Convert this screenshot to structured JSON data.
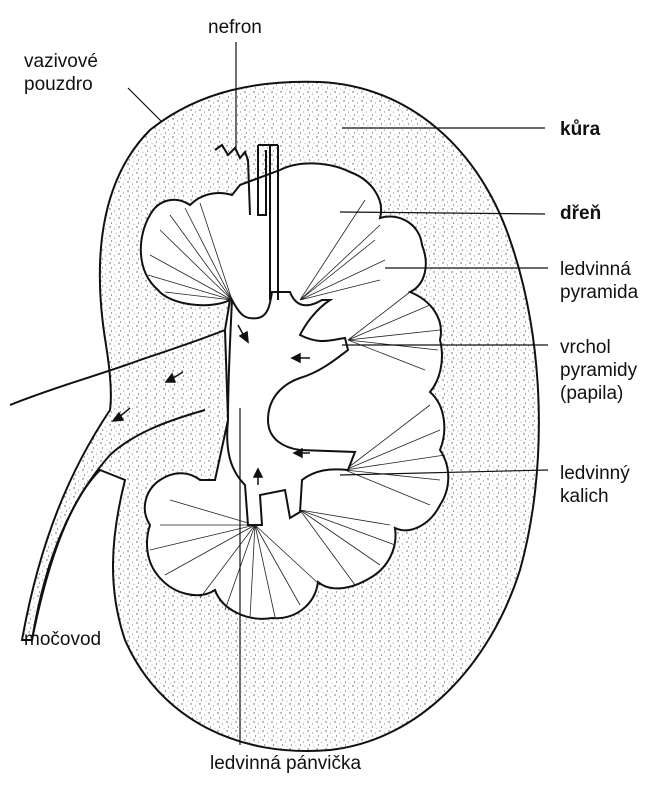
{
  "labels": {
    "nefron": "nefron",
    "vazivove_pouzdro": [
      "vazivové",
      "pouzdro"
    ],
    "kura": "kůra",
    "dren": "dřeň",
    "ledvinna_pyramida": [
      "ledvinná",
      "pyramida"
    ],
    "vrchol_pyramidy": [
      "vrchol",
      "pyramidy",
      "(papila)"
    ],
    "ledvinny_kalich": [
      "ledvinný",
      "kalich"
    ],
    "mocovod": "močovod",
    "ledvinna_panvicka": "ledvinná pánvička"
  },
  "colors": {
    "ink": "#111111",
    "background": "#ffffff",
    "medulla_fill": "#ffffff",
    "cortex_stipple": "#555555"
  }
}
